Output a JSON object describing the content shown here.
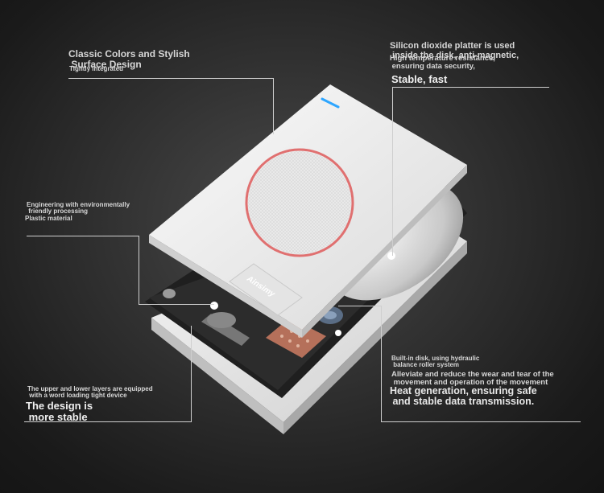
{
  "labels": {
    "colors_title": "Classic Colors and Stylish\n Surface Design",
    "colors_sub": "Tightly integrated",
    "platter_line1": "Silicon dioxide platter is used\n inside the disk, anti-magnetic,",
    "platter_line2": "High temperature resistance,\n ensuring data security,",
    "platter_line3": "Stable, fast",
    "eng_line1": "Engineering with environmentally\n friendly processing",
    "eng_line2": "Plastic material",
    "layers_line1": "The upper and lower layers are equipped\n with a word loading tight device",
    "layers_line2": "The design is\n more stable",
    "builtin_line1": "Built-in disk, using hydraulic\n balance roller system",
    "builtin_line2": "Alleviate and reduce the wear and tear of the\n movement and operation of the movement",
    "builtin_line3": "Heat generation, ensuring safe\n and stable data transmission."
  },
  "product": {
    "brand_text": "Ainsimy"
  },
  "colors": {
    "background_center": "#4a4a4a",
    "background_edge": "#141414",
    "shell": "#f2f2f2",
    "ring": "#e07070",
    "led": "#2ea6ff",
    "leader": "#cfcfcf"
  }
}
